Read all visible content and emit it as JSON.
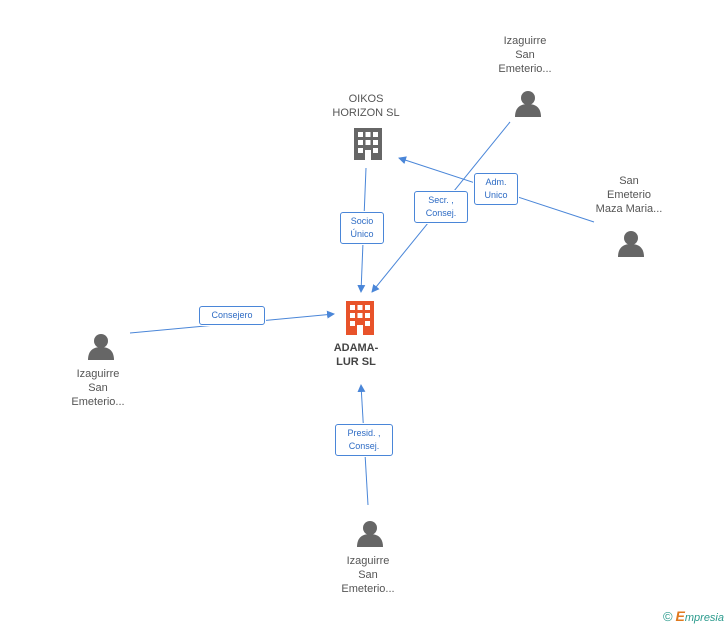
{
  "nodes": {
    "center": {
      "label": "ADAMA-\nLUR SL",
      "type": "company",
      "color": "#e8532a"
    },
    "oikos": {
      "label": "OIKOS\nHORIZON SL",
      "type": "company",
      "color": "#666666"
    },
    "person_top": {
      "label": "Izaguirre\nSan\nEmeterio...",
      "type": "person"
    },
    "person_right": {
      "label": "San\nEmeterio\nMaza Maria...",
      "type": "person"
    },
    "person_left": {
      "label": "Izaguirre\nSan\nEmeterio...",
      "type": "person"
    },
    "person_bottom": {
      "label": "Izaguirre\nSan\nEmeterio...",
      "type": "person"
    }
  },
  "edges": {
    "socio_unico": "Socio\nÚnico",
    "secr_consej": "Secr. ,\nConsej.",
    "adm_unico": "Adm.\nUnico",
    "consejero": "Consejero",
    "presid_consej": "Presid. ,\nConsej."
  },
  "colors": {
    "edge": "#4a86d8",
    "person_icon": "#666666"
  },
  "footer": {
    "copyright": "©",
    "brand_initial": "E",
    "brand_rest": "mpresia"
  }
}
